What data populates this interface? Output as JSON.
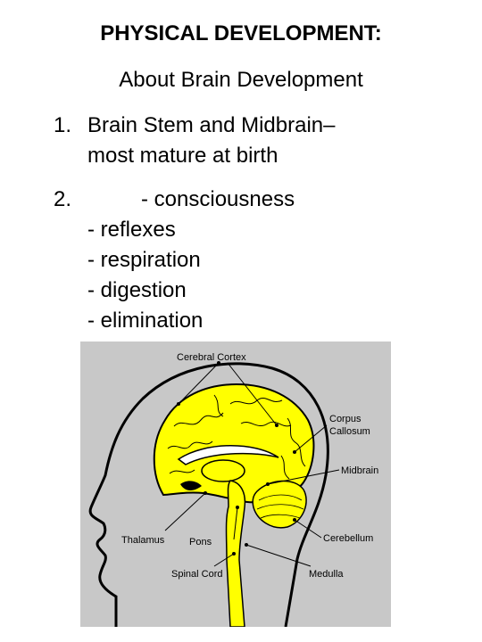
{
  "title": "PHYSICAL DEVELOPMENT:",
  "subtitle": "About Brain Development",
  "items": [
    {
      "number": "1.",
      "lines": [
        "Brain Stem and Midbrain–",
        "most mature at birth"
      ]
    },
    {
      "number": "2.",
      "lines": [
        "- consciousness",
        "- reflexes",
        "- respiration",
        "- digestion",
        "- elimination"
      ]
    }
  ],
  "diagram": {
    "labels": {
      "cerebral_cortex": "Cerebral Cortex",
      "corpus_callosum_1": "Corpus",
      "corpus_callosum_2": "Callosum",
      "midbrain": "Midbrain",
      "thalamus": "Thalamus",
      "pons": "Pons",
      "cerebellum": "Cerebellum",
      "spinal_cord": "Spinal Cord",
      "medulla": "Medulla"
    },
    "colors": {
      "background": "#c8c8c8",
      "brain": "#ffff00",
      "outline": "#000000"
    }
  }
}
